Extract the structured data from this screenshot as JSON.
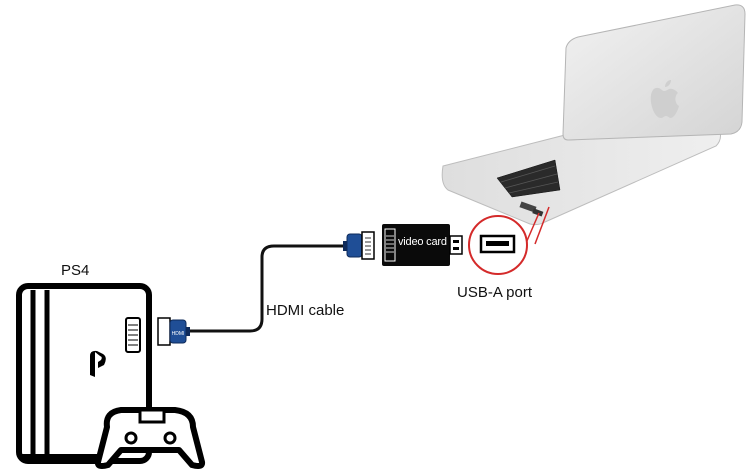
{
  "labels": {
    "ps4": "PS4",
    "hdmi_cable": "HDMI cable",
    "video_card": "video card",
    "usb_port": "USB-A port"
  },
  "colors": {
    "connector_blue": "#1f4e96",
    "highlight_red": "#d42a2a",
    "laptop_silver": "#e4e4e4",
    "outline": "#000000"
  }
}
